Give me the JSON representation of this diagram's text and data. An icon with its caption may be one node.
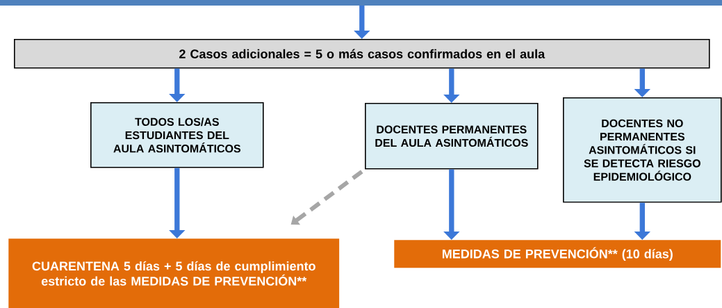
{
  "diagram": {
    "nodes": [
      {
        "text": [
          "2 Casos adicionales  =  5 o más casos confirmados en el aula"
        ]
      },
      {
        "text": [
          "TODOS LOS/AS ESTUDIANTES DEL AULA ASINTOMÁTICOS"
        ]
      },
      {
        "text": [
          "DOCENTES PERMANENTES DEL AULA ASINTOMÁTICOS"
        ]
      },
      {
        "text": [
          "DOCENTES NO PERMANENTES ASINTOMÁTICOS SI SE DETECTA RIESGO EPIDEMIOLÓGICO"
        ]
      },
      {
        "text": [
          "CUARENTENA 5 días + 5 días de cumplimiento estricto de las MEDIDAS DE PREVENCIÓN**"
        ]
      },
      {
        "text": [
          "MEDIDAS  DE PREVENCIÓN** (10 días)"
        ]
      }
    ],
    "edges": [
      {
        "from": null,
        "to": 0,
        "arrow": "to"
      },
      {
        "from": 0,
        "to": 1,
        "arrow": "to"
      },
      {
        "from": 0,
        "to": 2,
        "arrow": "to"
      },
      {
        "from": 0,
        "to": 3,
        "arrow": "to"
      },
      {
        "from": 1,
        "to": 4,
        "arrow": "to"
      },
      {
        "from": 2,
        "to": 5,
        "arrow": "to"
      },
      {
        "from": 3,
        "to": 5,
        "arrow": "to"
      },
      {
        "from": 2,
        "to": 4,
        "arrow": "to",
        "style": "dashed",
        "color": "#a6a6a6"
      }
    ]
  }
}
